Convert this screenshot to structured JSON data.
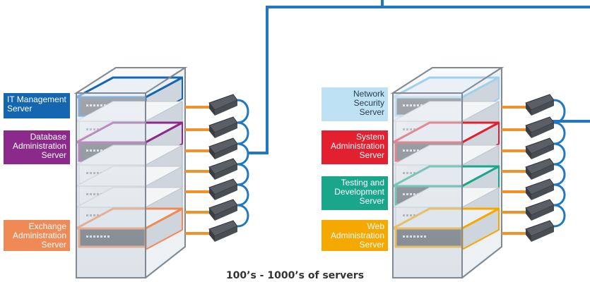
{
  "colors": {
    "network_line": "#1f78c1",
    "cable": "#f0922a",
    "it_management": "#1466b0",
    "database": "#8c2a8c",
    "exchange": "#ef8a56",
    "network_security": "#bfe1f4",
    "system_admin": "#e2202f",
    "testing_dev": "#1aa68a",
    "web_admin": "#f5a800"
  },
  "left_rack": {
    "labels": {
      "it_management": [
        "IT Management",
        "Server"
      ],
      "database": [
        "Database",
        "Administration",
        "Server"
      ],
      "exchange": [
        "Exchange",
        "Administration",
        "Server"
      ]
    }
  },
  "right_rack": {
    "labels": {
      "network_security": [
        "Network",
        "Security",
        "Server"
      ],
      "system_admin": [
        "System",
        "Administration",
        "Server"
      ],
      "testing_dev": [
        "Testing and",
        "Development",
        "Server"
      ],
      "web_admin": [
        "Web",
        "Administration",
        "Server"
      ]
    }
  },
  "caption": "100’s - 1000’s of servers"
}
